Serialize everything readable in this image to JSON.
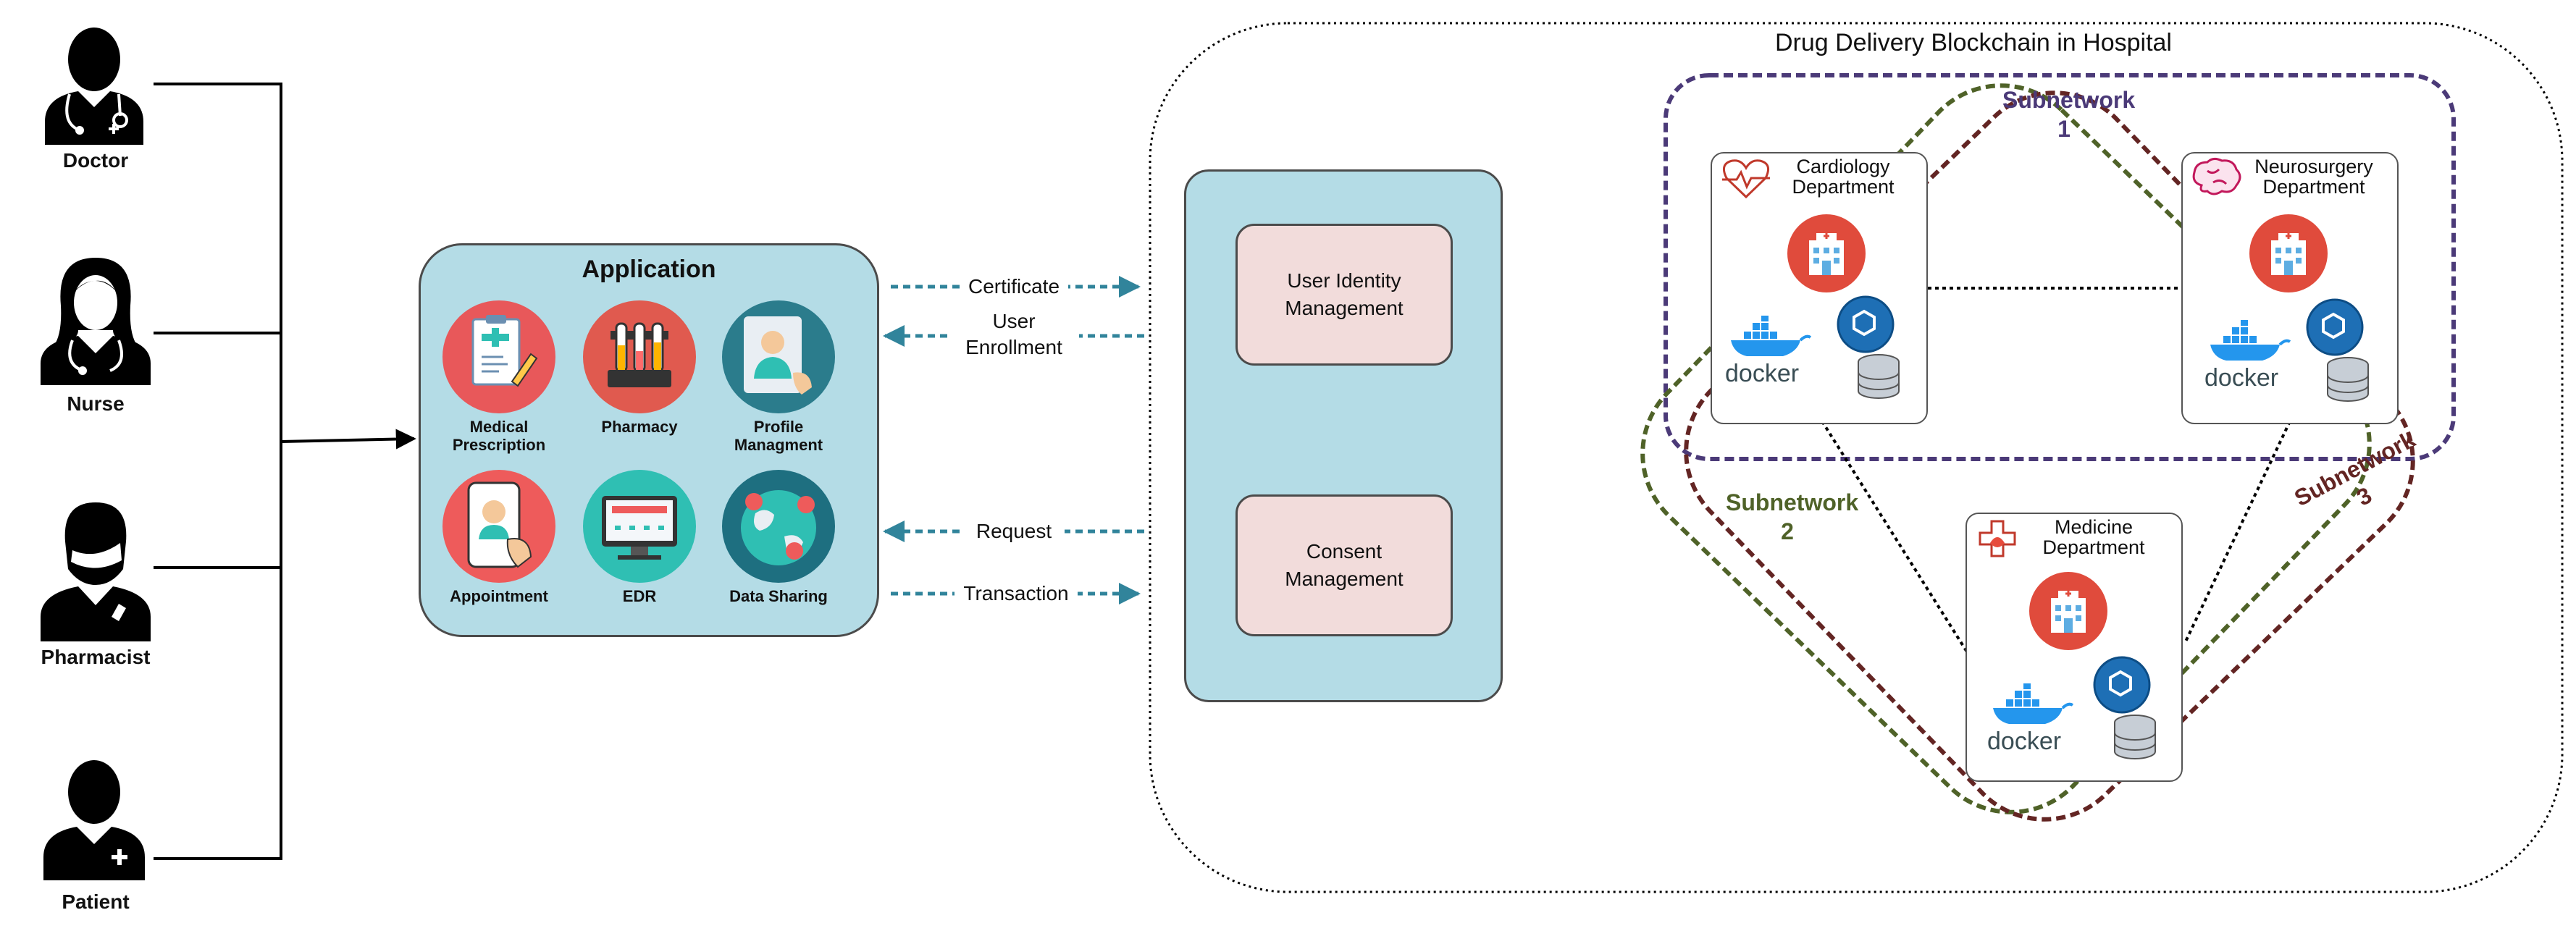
{
  "actors": [
    {
      "label": "Doctor",
      "icon": "doctor-icon"
    },
    {
      "label": "Nurse",
      "icon": "nurse-icon"
    },
    {
      "label": "Pharmacist",
      "icon": "pharmacist-icon"
    },
    {
      "label": "Patient",
      "icon": "patient-icon"
    }
  ],
  "application": {
    "title": "Application",
    "items": [
      {
        "label": "Medical Prescription",
        "icon": "prescription-icon",
        "color": "#e8585a"
      },
      {
        "label": "Pharmacy",
        "icon": "test-tubes-icon",
        "color": "#e05a4f"
      },
      {
        "label": "Profile Managment",
        "icon": "profile-icon",
        "color": "#2b7c8c"
      },
      {
        "label": "Appointment",
        "icon": "appointment-icon",
        "color": "#ee5b5b"
      },
      {
        "label": "EDR",
        "icon": "monitor-icon",
        "color": "#2fbfb3"
      },
      {
        "label": "Data Sharing",
        "icon": "globe-icon",
        "color": "#1e6f80"
      }
    ]
  },
  "connections": {
    "certificate": "Certificate",
    "enrollment": "User Enrollment",
    "request": "Request",
    "transaction": "Transaction"
  },
  "management": {
    "identity": "User Identity Management",
    "consent": "Consent Management"
  },
  "blockchain": {
    "title": "Drug Delivery Blockchain in Hospital",
    "departments": [
      {
        "name": "Cardiology Department",
        "icon": "heart-icon"
      },
      {
        "name": "Neurosurgery Department",
        "icon": "brain-icon"
      },
      {
        "name": "Medicine Department",
        "icon": "medicine-cross-icon"
      }
    ],
    "docker_label": "docker",
    "subnetworks": [
      {
        "label": "Subnetwork 1",
        "color": "#4b3a78"
      },
      {
        "label": "Subnetwork 2",
        "color": "#4f6228"
      },
      {
        "label": "Subnetwork 3",
        "color": "#632523"
      }
    ]
  },
  "colors": {
    "panel": "#b4dce6",
    "mgmt": "#f2dcdb",
    "arrow": "#31849b",
    "hospital": "#e04b3c"
  }
}
